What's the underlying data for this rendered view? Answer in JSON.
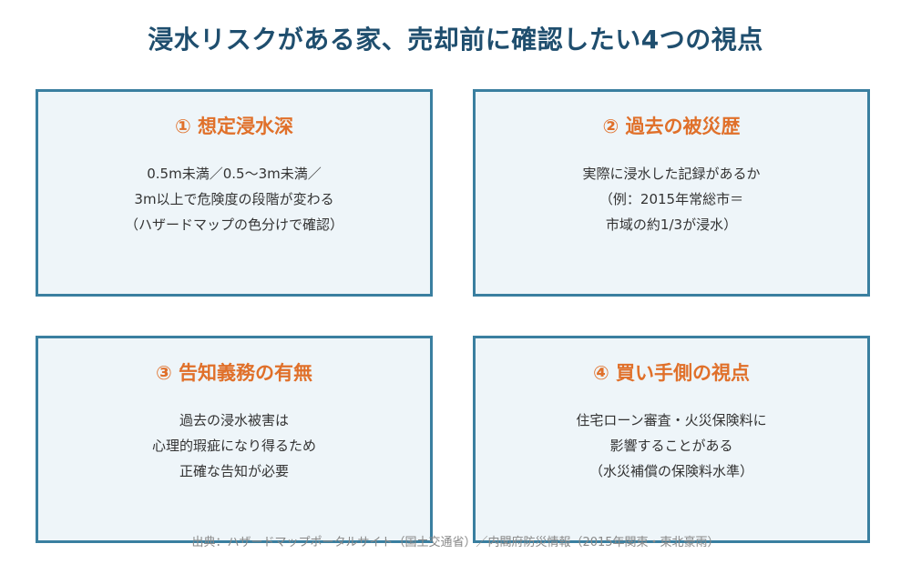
{
  "title": "浸水リスクがある家、売却前に確認したい4つの視点",
  "cards": [
    {
      "heading": "① 想定浸水深",
      "lines": [
        "0.5m未満／0.5〜3m未満／",
        "3m以上で危険度の段階が変わる",
        "（ハザードマップの色分けで確認）"
      ]
    },
    {
      "heading": "② 過去の被災歴",
      "lines": [
        "実際に浸水した記録があるか",
        "（例：2015年常総市＝",
        "市域の約1/3が浸水）"
      ]
    },
    {
      "heading": "③ 告知義務の有無",
      "lines": [
        "過去の浸水被害は",
        "心理的瑕疵になり得るため",
        "正確な告知が必要"
      ]
    },
    {
      "heading": "④ 買い手側の視点",
      "lines": [
        "住宅ローン審査・火災保険料に",
        "影響することがある",
        "（水災補償の保険料水準）"
      ]
    }
  ],
  "source": "出典：ハザードマップポータルサイト（国土交通省）／内閣府防災情報（2015年関東・東北豪雨）",
  "colors": {
    "title": "#1f4e6e",
    "heading": "#e0702a",
    "border": "#3a7fa0",
    "card_background": "#eef5f9"
  }
}
